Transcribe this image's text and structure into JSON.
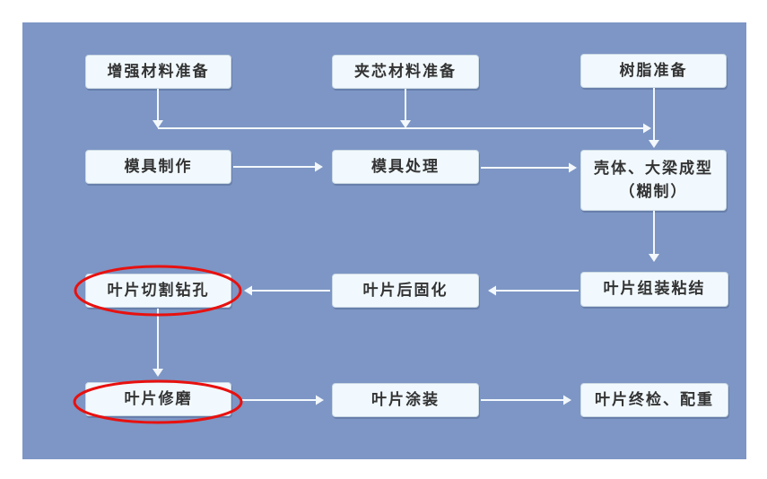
{
  "diagram": {
    "description": "Blade manufacturing process flowchart",
    "colors": {
      "panel_background": "#7D96C5",
      "node_fill": "#F1F9FE",
      "node_border": "#CBD9E3",
      "arrow": "#F3F8FC",
      "highlight_red": "#E8110F",
      "text": "#333333"
    },
    "nodes": [
      {
        "id": "reinforcement-prep",
        "label": "增强材料准备"
      },
      {
        "id": "core-material-prep",
        "label": "夹芯材料准备"
      },
      {
        "id": "resin-prep",
        "label": "树脂准备"
      },
      {
        "id": "mold-making",
        "label": "模具制作"
      },
      {
        "id": "mold-treatment",
        "label": "模具处理"
      },
      {
        "id": "shell-spar-molding",
        "label": "壳体、大梁成型",
        "label2": "（糊制）"
      },
      {
        "id": "blade-cutting-drilling",
        "label": "叶片切割钻孔",
        "highlighted": true
      },
      {
        "id": "blade-post-curing",
        "label": "叶片后固化"
      },
      {
        "id": "blade-assembly-bonding",
        "label": "叶片组装粘结"
      },
      {
        "id": "blade-grinding",
        "label": "叶片修磨",
        "highlighted": true
      },
      {
        "id": "blade-painting",
        "label": "叶片涂装"
      },
      {
        "id": "blade-final-inspection",
        "label": "叶片终检、配重"
      }
    ],
    "edges": [
      {
        "from": "reinforcement-prep",
        "to": "shell-spar-molding",
        "via": "collector-line"
      },
      {
        "from": "core-material-prep",
        "to": "shell-spar-molding",
        "via": "collector-line"
      },
      {
        "from": "resin-prep",
        "to": "shell-spar-molding"
      },
      {
        "from": "mold-making",
        "to": "mold-treatment"
      },
      {
        "from": "mold-treatment",
        "to": "shell-spar-molding"
      },
      {
        "from": "shell-spar-molding",
        "to": "blade-assembly-bonding"
      },
      {
        "from": "blade-assembly-bonding",
        "to": "blade-post-curing"
      },
      {
        "from": "blade-post-curing",
        "to": "blade-cutting-drilling"
      },
      {
        "from": "blade-cutting-drilling",
        "to": "blade-grinding"
      },
      {
        "from": "blade-grinding",
        "to": "blade-painting"
      },
      {
        "from": "blade-painting",
        "to": "blade-final-inspection"
      }
    ]
  }
}
